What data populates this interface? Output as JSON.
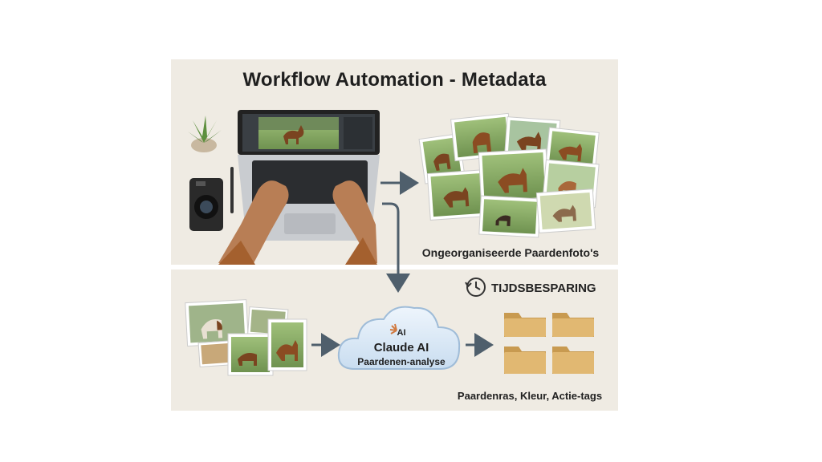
{
  "title": "Workflow Automation - Metadata",
  "unorganized_label": "Ongeorganiseerde Paardenfoto's",
  "time_saving_label": "TIJDSBESPARING",
  "ai_mark": "AI",
  "cloud_title": "Claude AI",
  "cloud_subtitle": "Paardenen-analyse",
  "tags_label": "Paardenras, Kleur, Actie-tags",
  "colors": {
    "panel": "#efebe3",
    "arrow": "#4f5f6c",
    "cloud": "#d8e8f6",
    "folder": "#e1b872"
  },
  "icons": [
    "plant-icon",
    "camera-icon",
    "pen-icon",
    "laptop-icon",
    "hands-icon",
    "photo-icon",
    "cloud-icon",
    "clock-icon",
    "folder-icon",
    "arrow-icon"
  ]
}
